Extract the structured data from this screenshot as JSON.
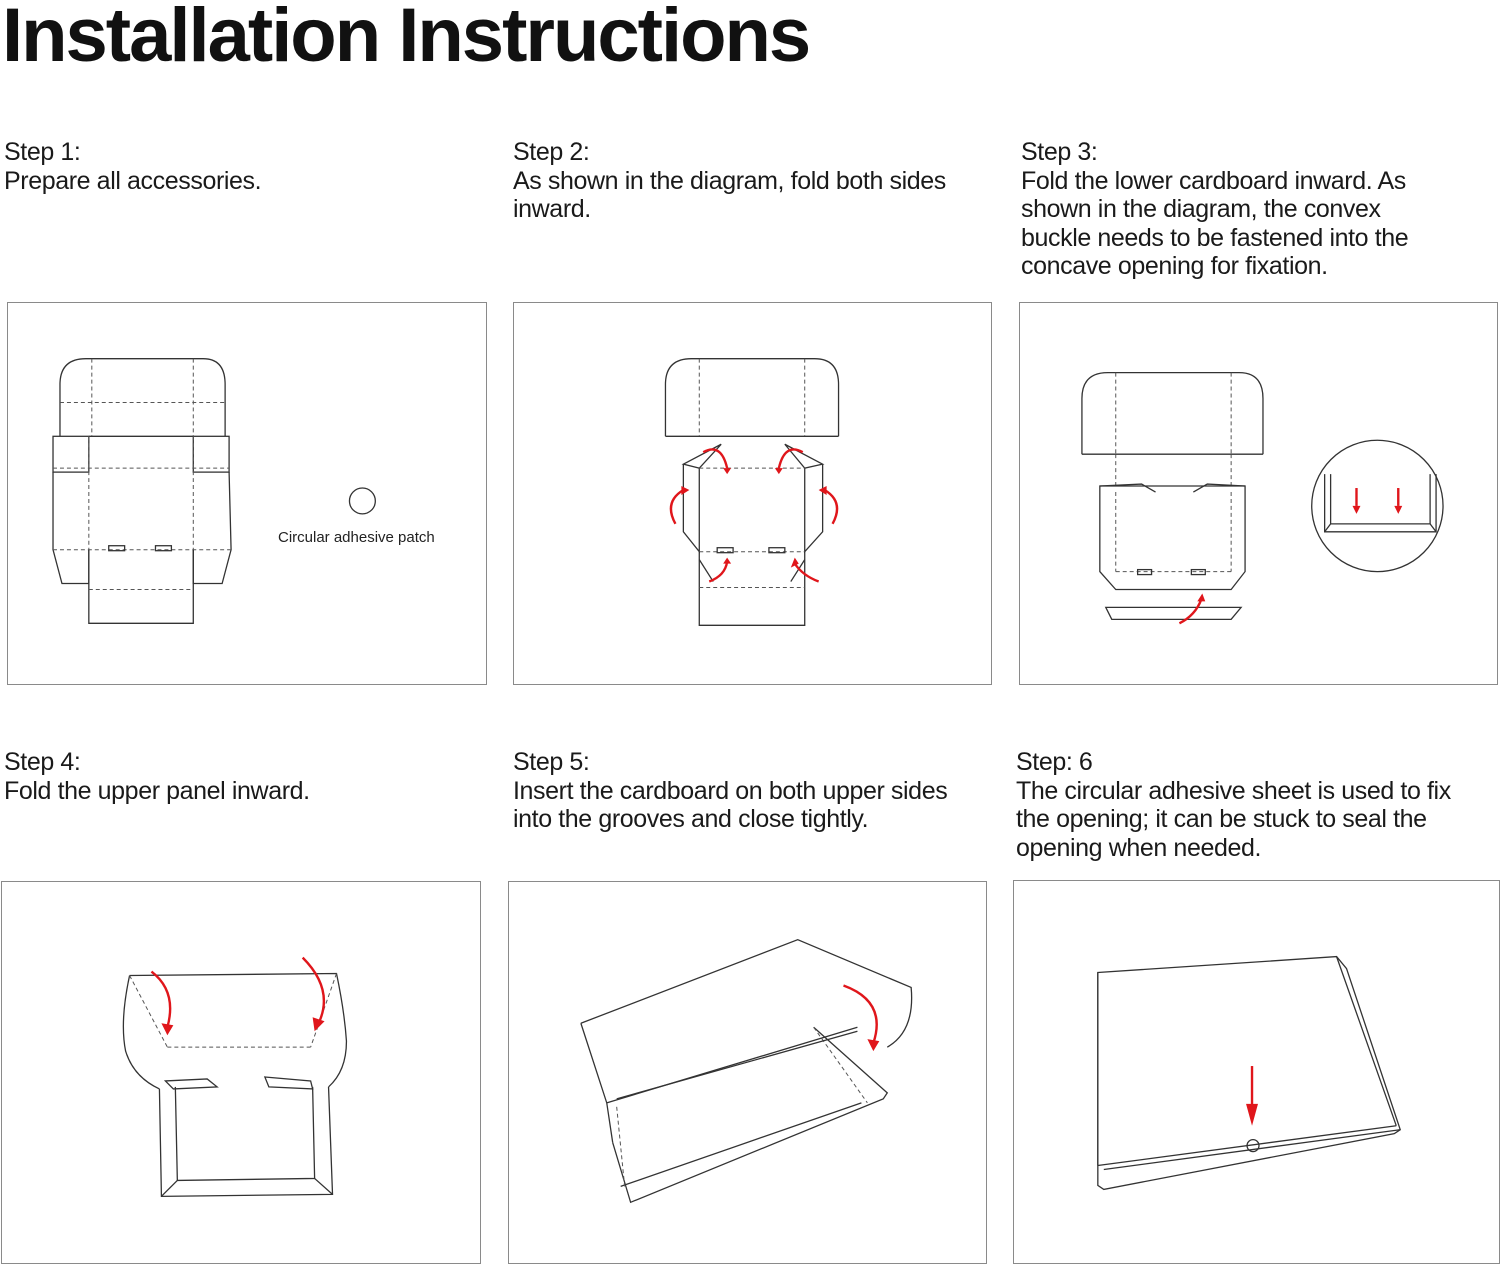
{
  "title": "Installation Instructions",
  "steps": [
    {
      "heading": "Step 1:",
      "lines": [
        "Prepare all accessories."
      ],
      "label": "Circular adhesive patch"
    },
    {
      "heading": "Step 2:",
      "lines": [
        "As shown in the diagram, fold both sides",
        "inward."
      ]
    },
    {
      "heading": "Step 3:",
      "lines": [
        "Fold the lower cardboard inward. As",
        "shown in the diagram, the convex",
        "buckle needs to be fastened into the",
        "concave opening for fixation."
      ]
    },
    {
      "heading": "Step 4:",
      "lines": [
        "Fold the upper panel inward."
      ]
    },
    {
      "heading": "Step 5:",
      "lines": [
        "Insert the cardboard on both upper sides",
        "into the grooves and close tightly."
      ]
    },
    {
      "heading": "Step: 6",
      "lines": [
        "The circular adhesive sheet is used to fix",
        "the opening; it can be stuck to seal the",
        "opening when needed."
      ]
    }
  ],
  "colors": {
    "arrow": "#e0161b",
    "line": "#333333",
    "border": "#8a8a8a"
  }
}
